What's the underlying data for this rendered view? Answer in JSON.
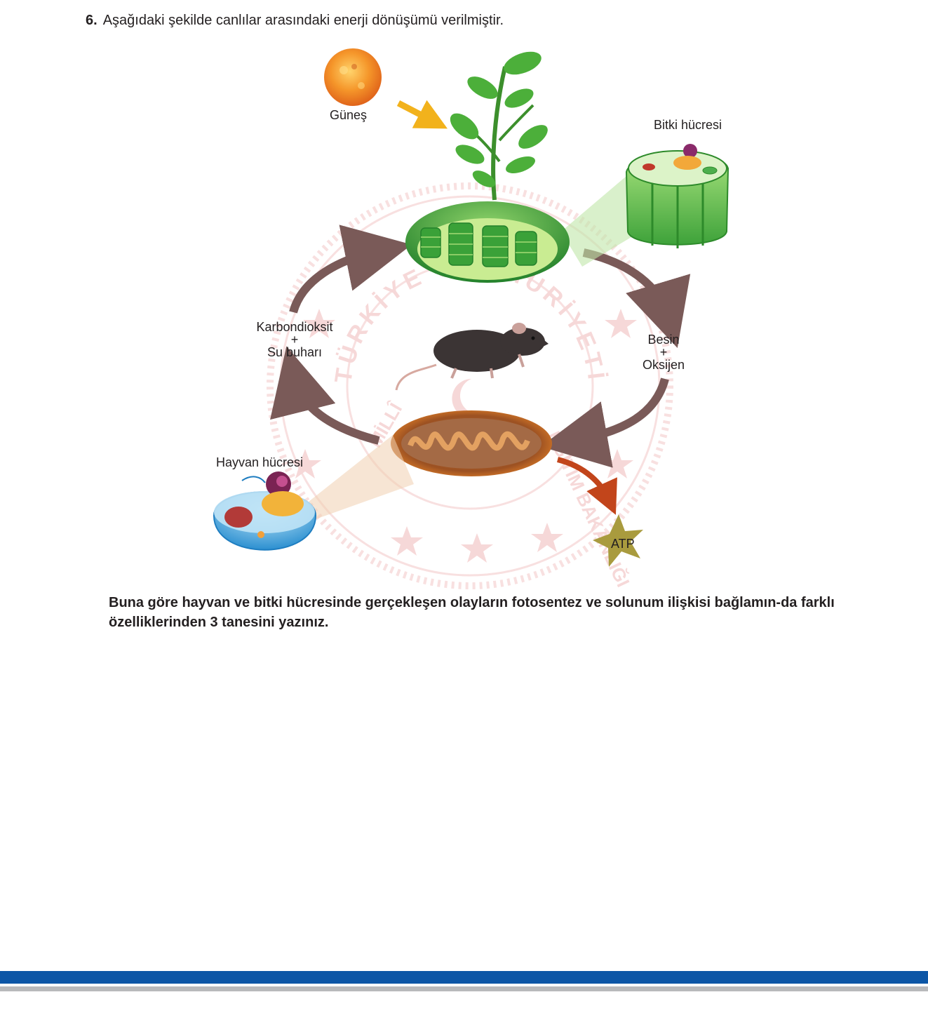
{
  "question": {
    "number": "6.",
    "intro": "Aşağıdaki şekilde canlılar arasındaki enerji dönüşümü verilmiştir.",
    "prompt": "Buna göre hayvan ve bitki hücresinde gerçekleşen olayların fotosentez ve solunum ilişkisi bağlamın-da farklı özelliklerinden 3 tanesini yazınız."
  },
  "diagram": {
    "sun_label": "Güneş",
    "plant_cell_label": "Bitki hücresi",
    "animal_cell_label": "Hayvan hücresi",
    "left_cycle": {
      "line1": "Karbondioksit",
      "plus": "+",
      "line2": "Su buharı"
    },
    "right_cycle": {
      "line1": "Besin",
      "plus": "+",
      "line2": "Oksijen"
    },
    "atp_label": "ATP",
    "watermark": {
      "arc_top": "TÜRKİYE CUMHURİYETİ",
      "arc_right": "EĞİTİM BAKANLIĞI",
      "arc_left": "MİLLÎ"
    },
    "colors": {
      "cycle_arrow": "#7a5a58",
      "sun": "#f39a1e",
      "sun_arrow": "#f2b21c",
      "chloroplast": "#3aa138",
      "mitochondrion": "#d9741c",
      "atp_arrow": "#c2451b",
      "atp_star": "#a99b3e",
      "animal_cell": "#4aa8dc",
      "watermark": "#f3c7c7"
    }
  },
  "footer": {
    "bar_primary": "#0c56a6",
    "bar_secondary": "#b8b9bb"
  }
}
